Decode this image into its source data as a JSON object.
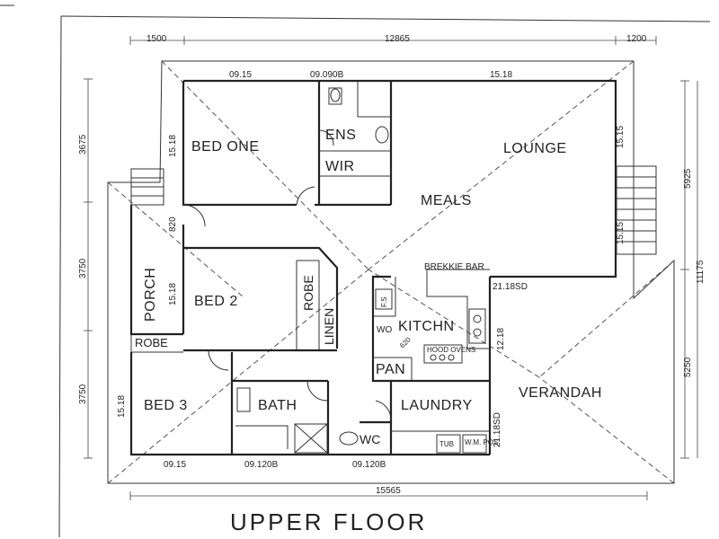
{
  "title": "UPPER FLOOR",
  "rooms": {
    "bed_one": "BED ONE",
    "ens": "ENS",
    "wir": "WIR",
    "lounge": "LOUNGE",
    "meals": "MEALS",
    "porch": "PORCH",
    "bed_2": "BED 2",
    "robe_2": "ROBE",
    "linen": "LINEN",
    "brekkie_bar": "BREKKIE BAR",
    "kitchen": "KITCHN",
    "wo": "WO",
    "pan": "PAN",
    "robe_3": "ROBE",
    "bed_3": "BED 3",
    "bath": "BATH",
    "wc": "WC",
    "laundry": "LAUNDRY",
    "verandah": "VERANDAH",
    "tub": "TUB"
  },
  "fixtures": {
    "hood_ovens": "HOOD OVENS",
    "fridge_space": "F.S",
    "wm_space": "W.M. POS"
  },
  "dimensions": {
    "top_left": "1500",
    "top_middle": "12865",
    "top_right": "1200",
    "left_upper": "3675",
    "left_middle": "3750",
    "left_lower": "3750",
    "right_upper": "5925",
    "right_lower": "5250",
    "right_total": "11175",
    "bottom_total": "15565"
  },
  "annotations": {
    "bed1_top": "09.15",
    "ens_top": "09.090B",
    "lounge_top": "15.18",
    "bed1_left": "15.18",
    "lounge_right_upper": "15.15",
    "lounge_right_lower": "15.15",
    "porch_820": "820",
    "bed2_left": "15.18",
    "kitchen_right": "21.18SD",
    "kitchen_side": "12.18",
    "bed3_left": "15.18",
    "laundry_side": "21.18SD",
    "bottom_left": "09.15",
    "bottom_middle": "09.120B",
    "bottom_right": "09.120B",
    "door_620": "620"
  }
}
